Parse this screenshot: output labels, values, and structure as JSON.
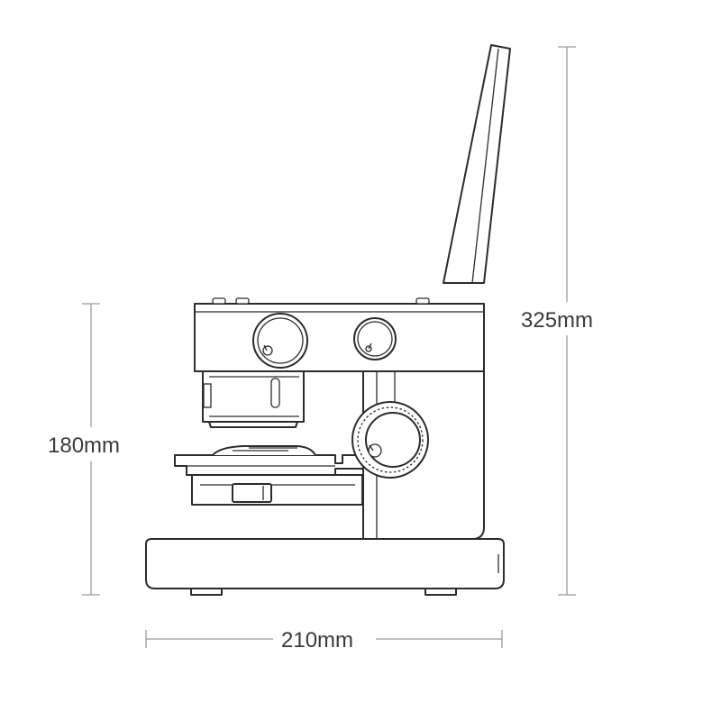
{
  "dimensions": {
    "total_height": "325mm",
    "body_height": "180mm",
    "width": "210mm"
  },
  "colors": {
    "line": "#2c2c2c",
    "dimension_line": "#9a9a9a",
    "text": "#3a3a3a",
    "background": "#ffffff"
  },
  "subject_icon": "microscope-with-screen-icon"
}
